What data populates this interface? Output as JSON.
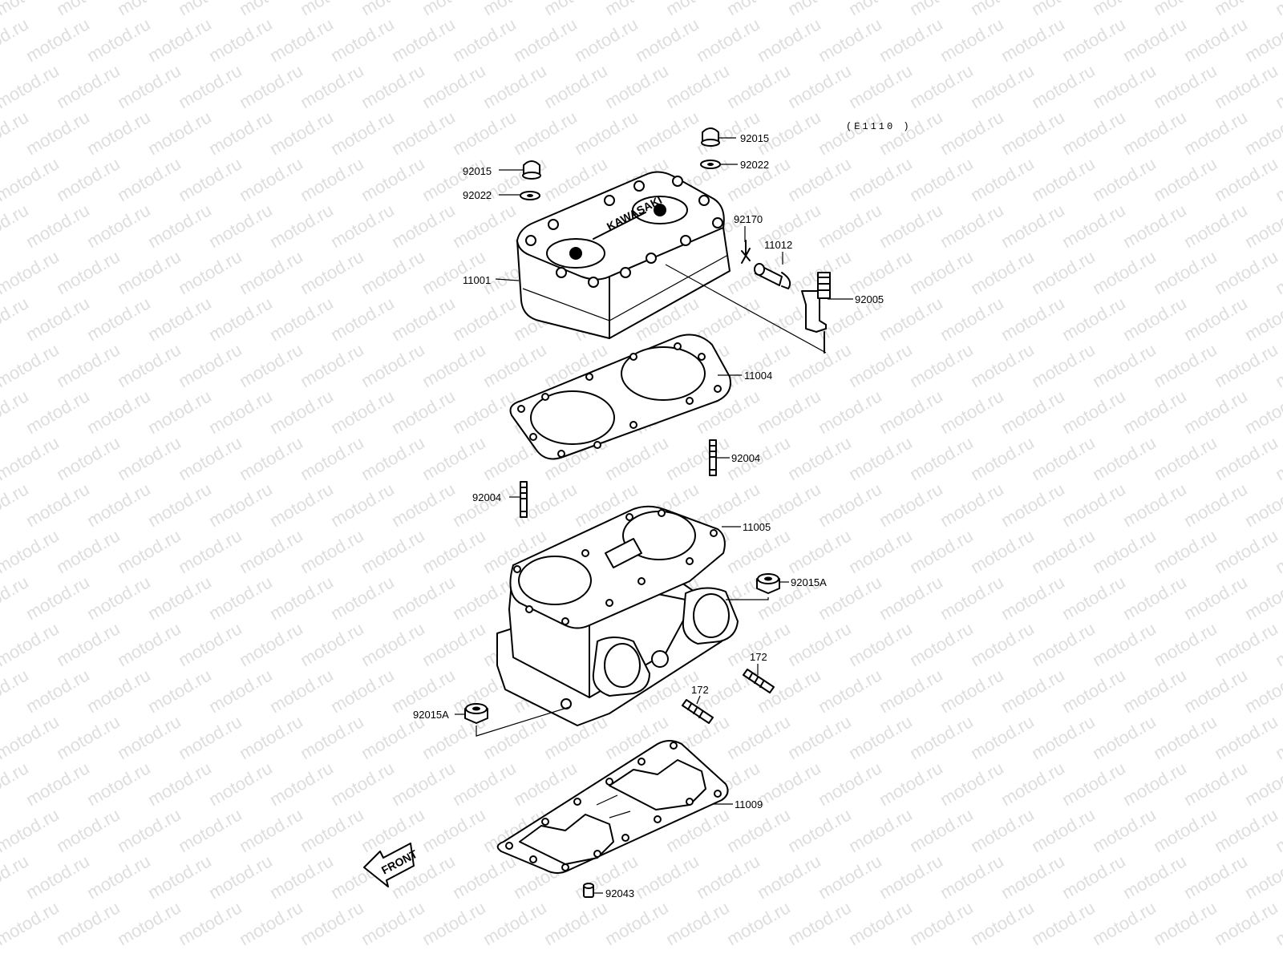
{
  "diagram_code": "(E1110 )",
  "watermark": "motod.ru",
  "front_label": "FRONT",
  "parts": {
    "nut_right": "92015",
    "washer_right": "92022",
    "nut_left": "92015",
    "washer_left": "92022",
    "clip": "92170",
    "valve": "11012",
    "head": "11001",
    "fitting": "92005",
    "head_gasket": "11004",
    "stud_right": "92004",
    "stud_left": "92004",
    "cylinder": "11005",
    "nut_a_right": "92015A",
    "stud_172_right": "172",
    "stud_172_center": "172",
    "nut_a_left": "92015A",
    "base_gasket": "11009",
    "dowel": "92043"
  }
}
